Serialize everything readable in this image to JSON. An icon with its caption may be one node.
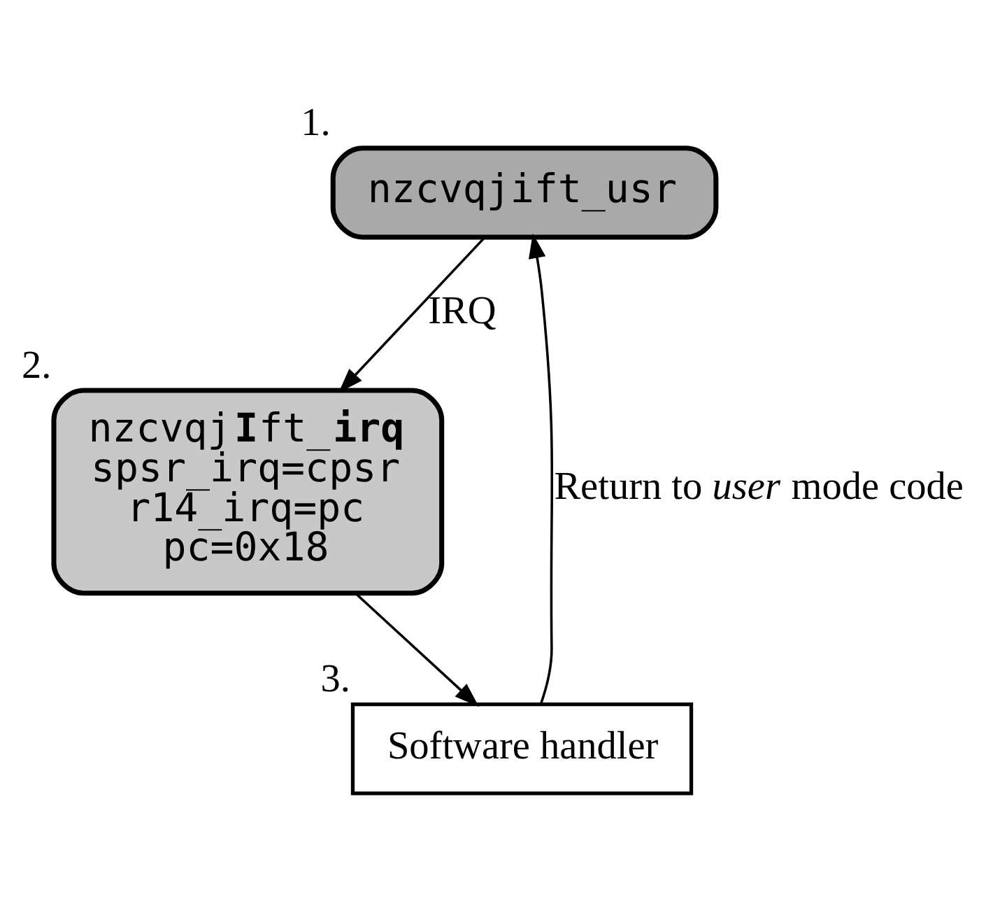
{
  "diagram": {
    "nodes": [
      {
        "text": [
          "nzcvqjift_usr"
        ],
        "beside": [
          "1."
        ]
      },
      {
        "text": [
          "nzcvqj**I**ft_**irq**",
          "spsr_irq=cpsr",
          "r14_irq=pc",
          "pc=0x18"
        ],
        "beside": [
          "2."
        ]
      },
      {
        "text": [
          "Software handler"
        ],
        "beside": [
          "3."
        ]
      }
    ],
    "edges": [
      {
        "from": 0,
        "to": 1,
        "arrow": "to",
        "label": "IRQ"
      },
      {
        "from": 1,
        "to": 2,
        "arrow": "to"
      },
      {
        "from": 2,
        "to": 0,
        "arrow": "to",
        "label": "Return to *user* mode code"
      }
    ]
  }
}
